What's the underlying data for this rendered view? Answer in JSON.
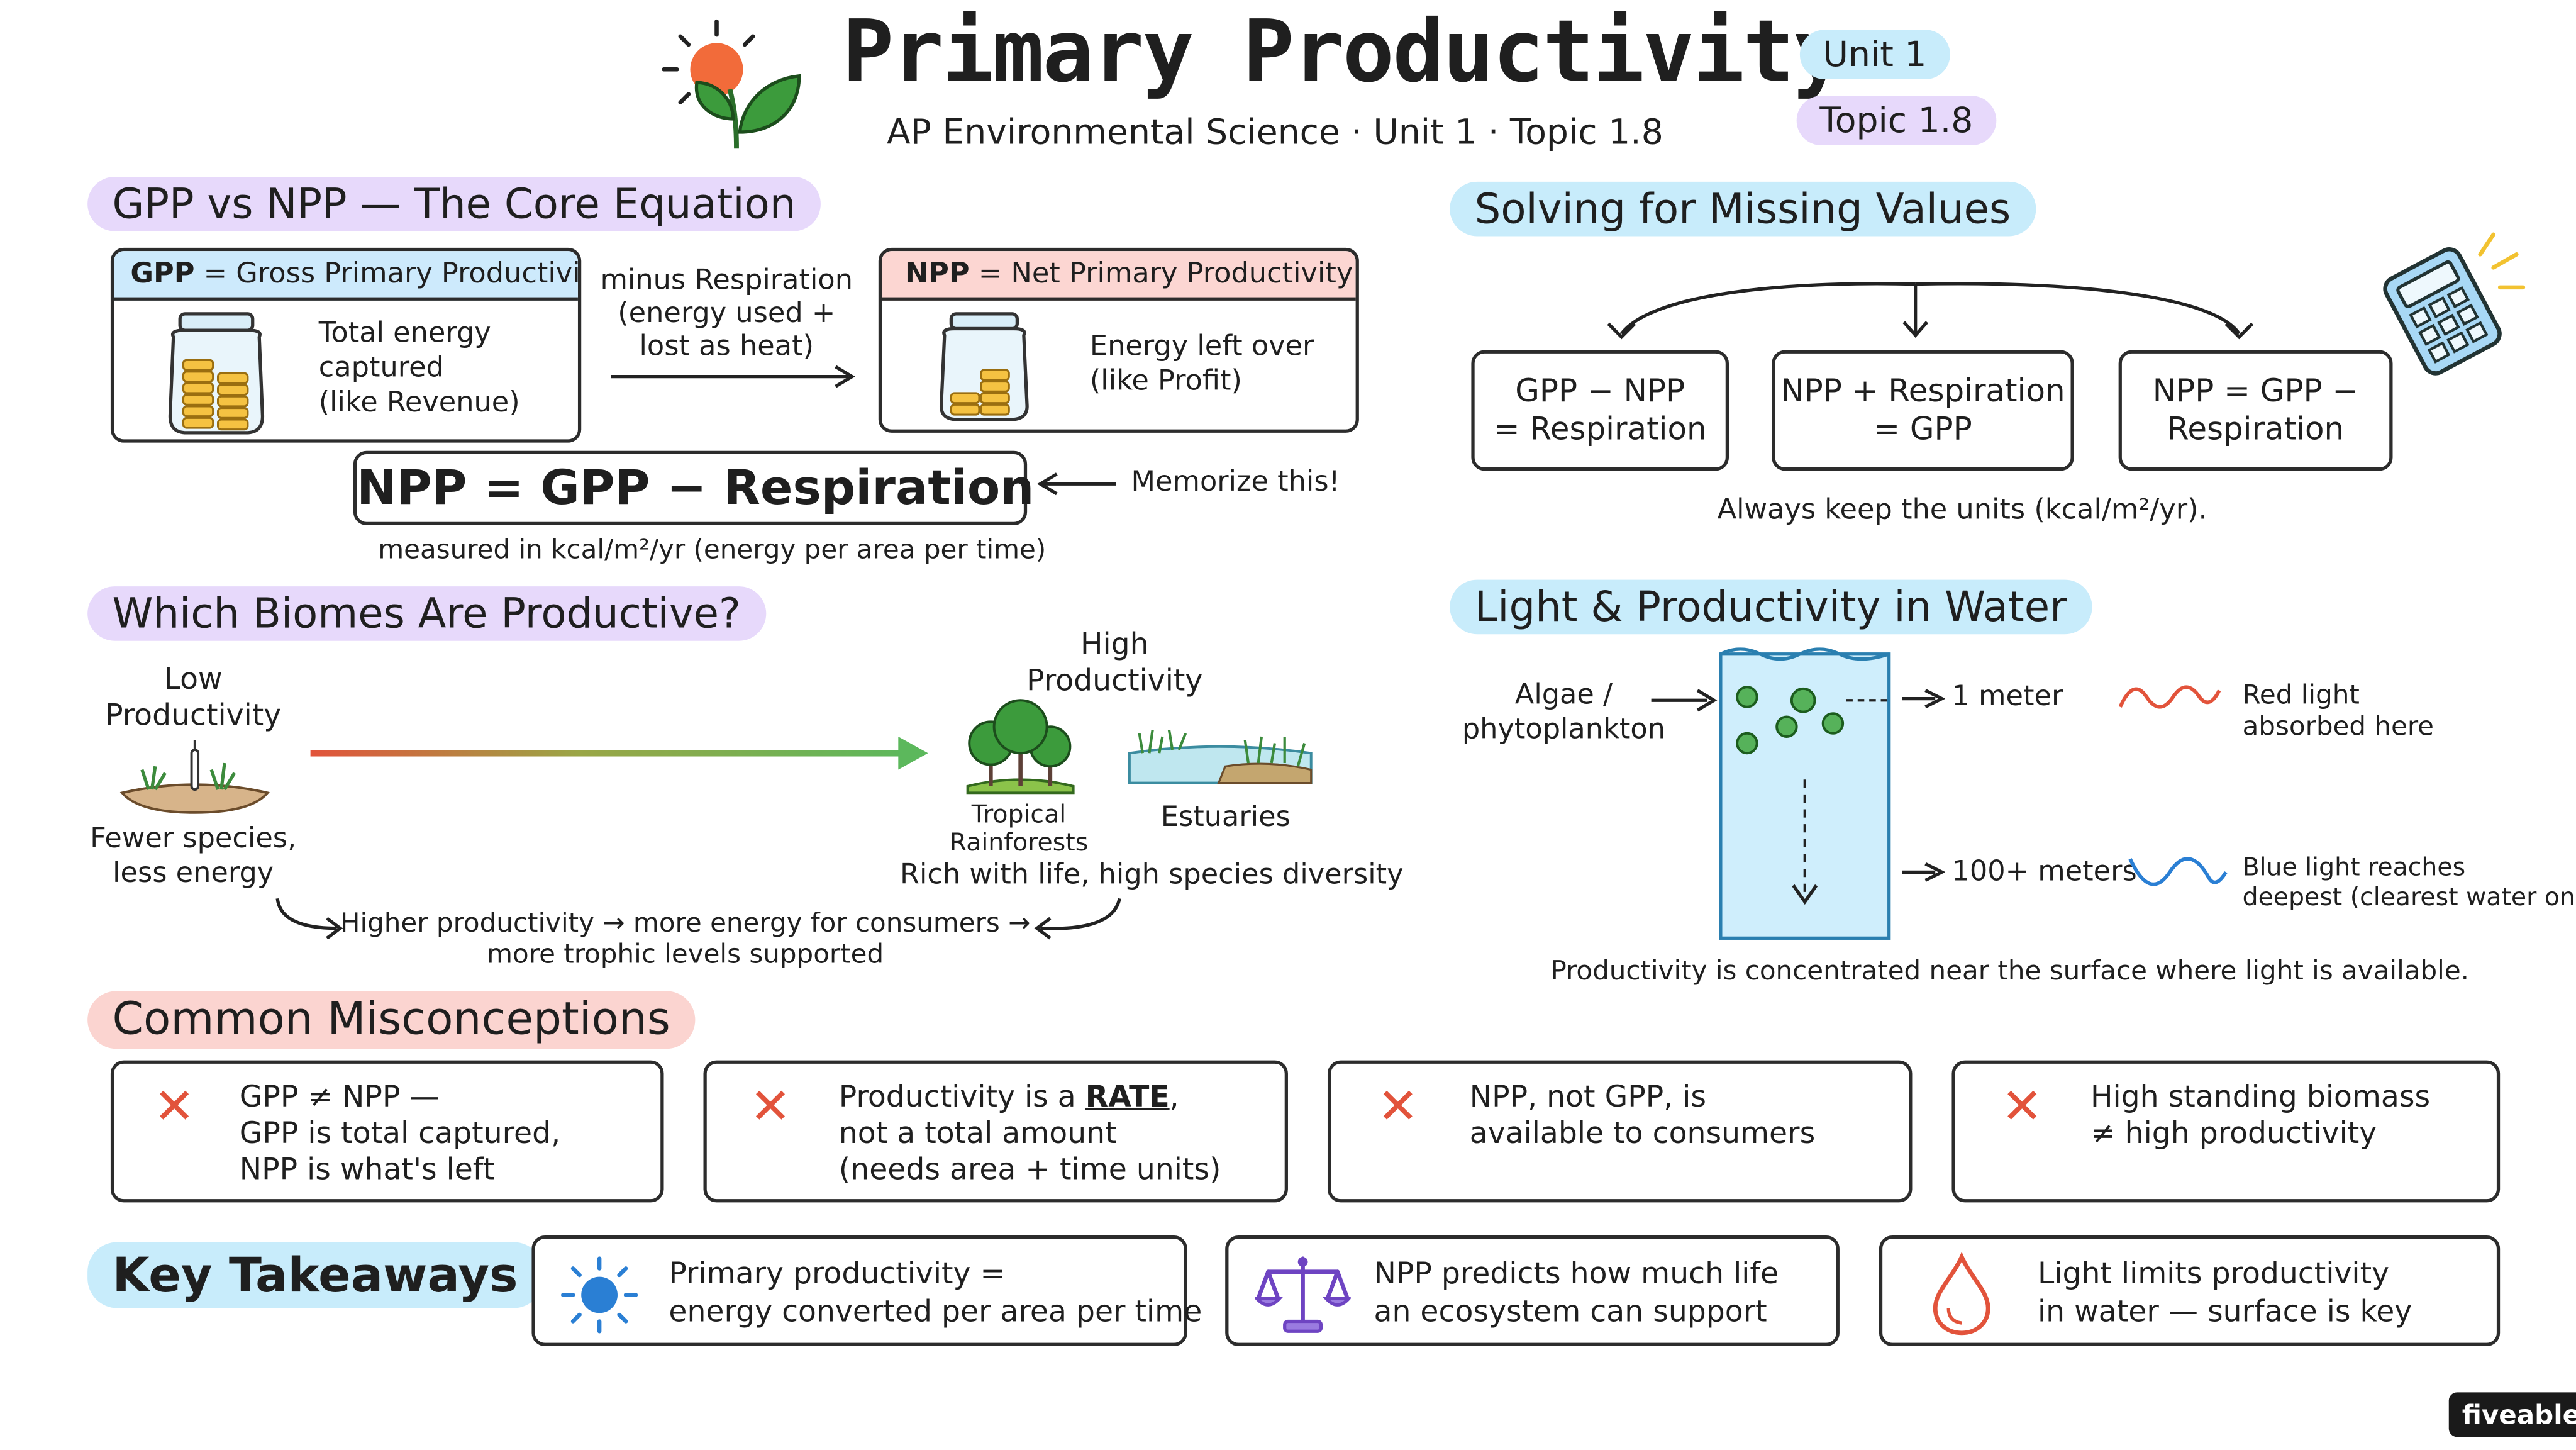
{
  "header": {
    "title": "Primary Productivity",
    "subtitle": "AP Environmental Science · Unit 1 · Topic 1.8",
    "unit_badge": "Unit 1",
    "topic_badge": "Topic 1.8"
  },
  "gpp_section": {
    "heading": "GPP vs NPP — The Core Equation",
    "gpp_card": {
      "label": "GPP",
      "eq": "=",
      "name": "Gross Primary Productivity",
      "description": "Total energy\ncaptured\n(like Revenue)"
    },
    "minus_text": "minus Respiration\n(energy used +\nlost as heat)",
    "npp_card": {
      "label": "NPP",
      "eq": "=",
      "name": "Net Primary Productivity",
      "description": "Energy left over\n(like Profit)"
    },
    "equation": "NPP = GPP − Respiration",
    "memorize": "Memorize this!",
    "units_note": "measured in kcal/m²/yr (energy per area per time)"
  },
  "solving_section": {
    "heading": "Solving for Missing Values",
    "boxes": [
      "GPP − NPP\n= Respiration",
      "NPP + Respiration\n= GPP",
      "NPP = GPP −\nRespiration"
    ],
    "note": "Always keep the units (kcal/m²/yr)."
  },
  "biomes_section": {
    "heading": "Which Biomes Are Productive?",
    "low_label": "Low\nProductivity",
    "low_desc": "Fewer species,\nless energy",
    "high_label": "High\nProductivity",
    "rainforest_label": "Tropical\nRainforests",
    "estuary_label": "Estuaries",
    "high_desc": "Rich with life, high species diversity",
    "flow_note": "Higher productivity → more energy for consumers →\nmore trophic levels supported"
  },
  "light_section": {
    "heading": "Light & Productivity in Water",
    "algae_label": "Algae /\nphytoplankton",
    "depth_1": "1 meter",
    "depth_2": "100+ meters",
    "red_light": "Red light\nabsorbed here",
    "blue_light": "Blue light reaches\ndeepest (clearest water only)",
    "note": "Productivity is concentrated near the surface where light is available."
  },
  "misconceptions": {
    "heading": "Common Misconceptions",
    "items": [
      {
        "text": "GPP ≠ NPP —\nGPP is total captured,\nNPP is what's left"
      },
      {
        "pre": "Productivity is a ",
        "emph": "RATE",
        "post": ",\nnot a total amount\n(needs area + time units)"
      },
      {
        "text": "NPP, not GPP, is\navailable to consumers"
      },
      {
        "text": "High standing biomass\n≠ high productivity"
      }
    ]
  },
  "takeaways": {
    "heading": "Key Takeaways",
    "items": [
      {
        "icon": "sun-icon",
        "text": "Primary productivity =\nenergy converted per area per time"
      },
      {
        "icon": "scale-icon",
        "text": "NPP predicts how much life\nan ecosystem can support"
      },
      {
        "icon": "water-drop-icon",
        "text": "Light limits productivity\nin water — surface is key"
      }
    ]
  },
  "brand": "fiveable",
  "colors": {
    "purple_pill": "#e7d9fb",
    "blue_pill": "#c8ecfb",
    "pink_pill": "#fbd4d0",
    "gpp_header": "#cdeafc",
    "npp_header": "#fcd6d2",
    "red_x": "#e2533b",
    "water": "#cfeefc",
    "arrow_green": "#5cb85c",
    "arrow_red": "#e2533b"
  }
}
